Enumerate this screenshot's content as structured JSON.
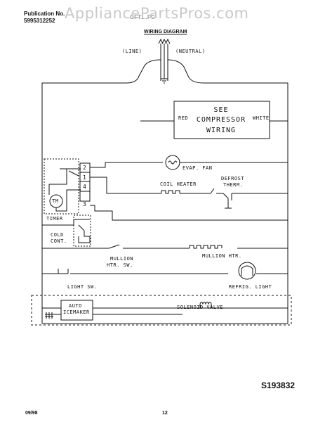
{
  "header": {
    "publication_label": "Publication No.",
    "publication_number": "5995312252",
    "model_text": "GFT1..FC",
    "watermark": "AppliancePartsPros.com"
  },
  "diagram": {
    "title": "WIRING DIAGRAM",
    "line_label": "(LINE)",
    "neutral_label": "(NEUTRAL)",
    "compressor_box": {
      "left_label": "RED",
      "right_label": "WHITE",
      "lines": [
        "SEE",
        "COMPRESSOR",
        "WIRING"
      ]
    },
    "evap_fan": "EVAP. FAN",
    "coil_heater": "COIL HEATER",
    "defrost_therm": [
      "DEFROST",
      "THERM."
    ],
    "timer_label": "TIMER",
    "timer_motor": "TM",
    "terminals": [
      "2",
      "1",
      "4",
      "3"
    ],
    "cold_cont": [
      "COLD",
      "CONT."
    ],
    "mullion_htr_sw": [
      "MULLION",
      "HTR. SW."
    ],
    "mullion_htr": "MULLION HTR.",
    "light_sw": "LIGHT SW.",
    "refrig_light": "REFRIG. LIGHT",
    "auto_icemaker": [
      "AUTO",
      "ICEMAKER"
    ],
    "solenoid_valve": "SOLENOID VALVE",
    "diagram_code": "S193832"
  },
  "footer": {
    "date": "09/98",
    "page_number": "12"
  }
}
